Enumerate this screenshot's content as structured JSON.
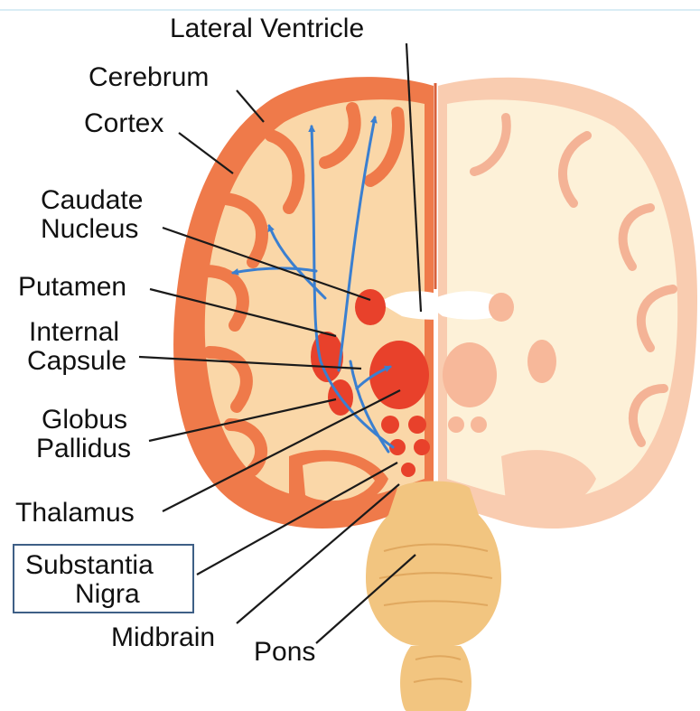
{
  "labels": {
    "lateral_ventricle": "Lateral Ventricle",
    "cerebrum": "Cerebrum",
    "cortex": "Cortex",
    "caudate_line1": "Caudate",
    "caudate_line2": "Nucleus",
    "putamen": "Putamen",
    "internal_line1": "Internal",
    "internal_line2": "Capsule",
    "globus_line1": "Globus",
    "globus_line2": "Pallidus",
    "thalamus": "Thalamus",
    "substantia_line1": "Substantia",
    "substantia_line2": "Nigra",
    "midbrain": "Midbrain",
    "pons": "Pons"
  },
  "colors": {
    "gray_matter": "#ef7a4a",
    "white_matter": "#fad7a8",
    "deep_nuclei": "#e8412b",
    "brainstem": "#f2c580",
    "pathway_arrows": "#3a7fd0",
    "leader_lines": "#1a1a1a",
    "highlight_box": "#3e5f86"
  }
}
